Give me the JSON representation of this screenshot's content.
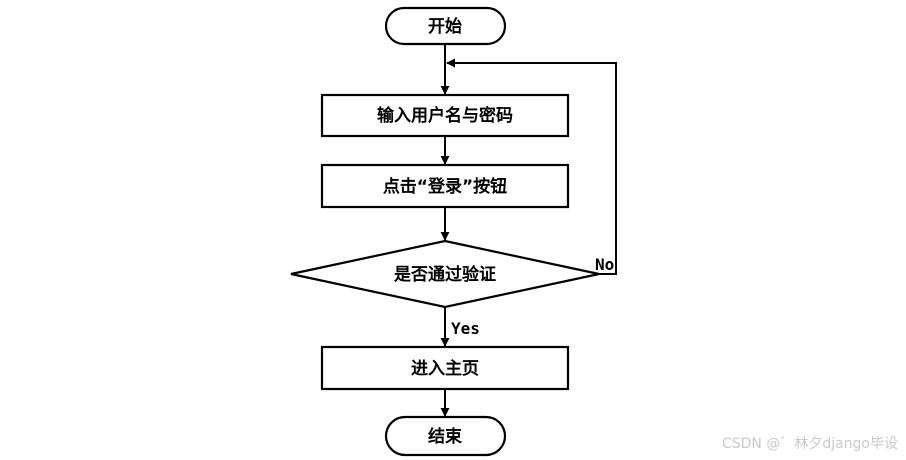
{
  "diagram": {
    "nodes": {
      "start": "开始",
      "input": "输入用户名与密码",
      "click": "点击“登录”按钮",
      "check": "是否通过验证",
      "home": "进入主页",
      "end": "结束"
    },
    "edges": {
      "no_label": "No",
      "yes_label": "Yes"
    }
  },
  "watermark": {
    "text": "CSDN @゛林夕django毕设"
  }
}
